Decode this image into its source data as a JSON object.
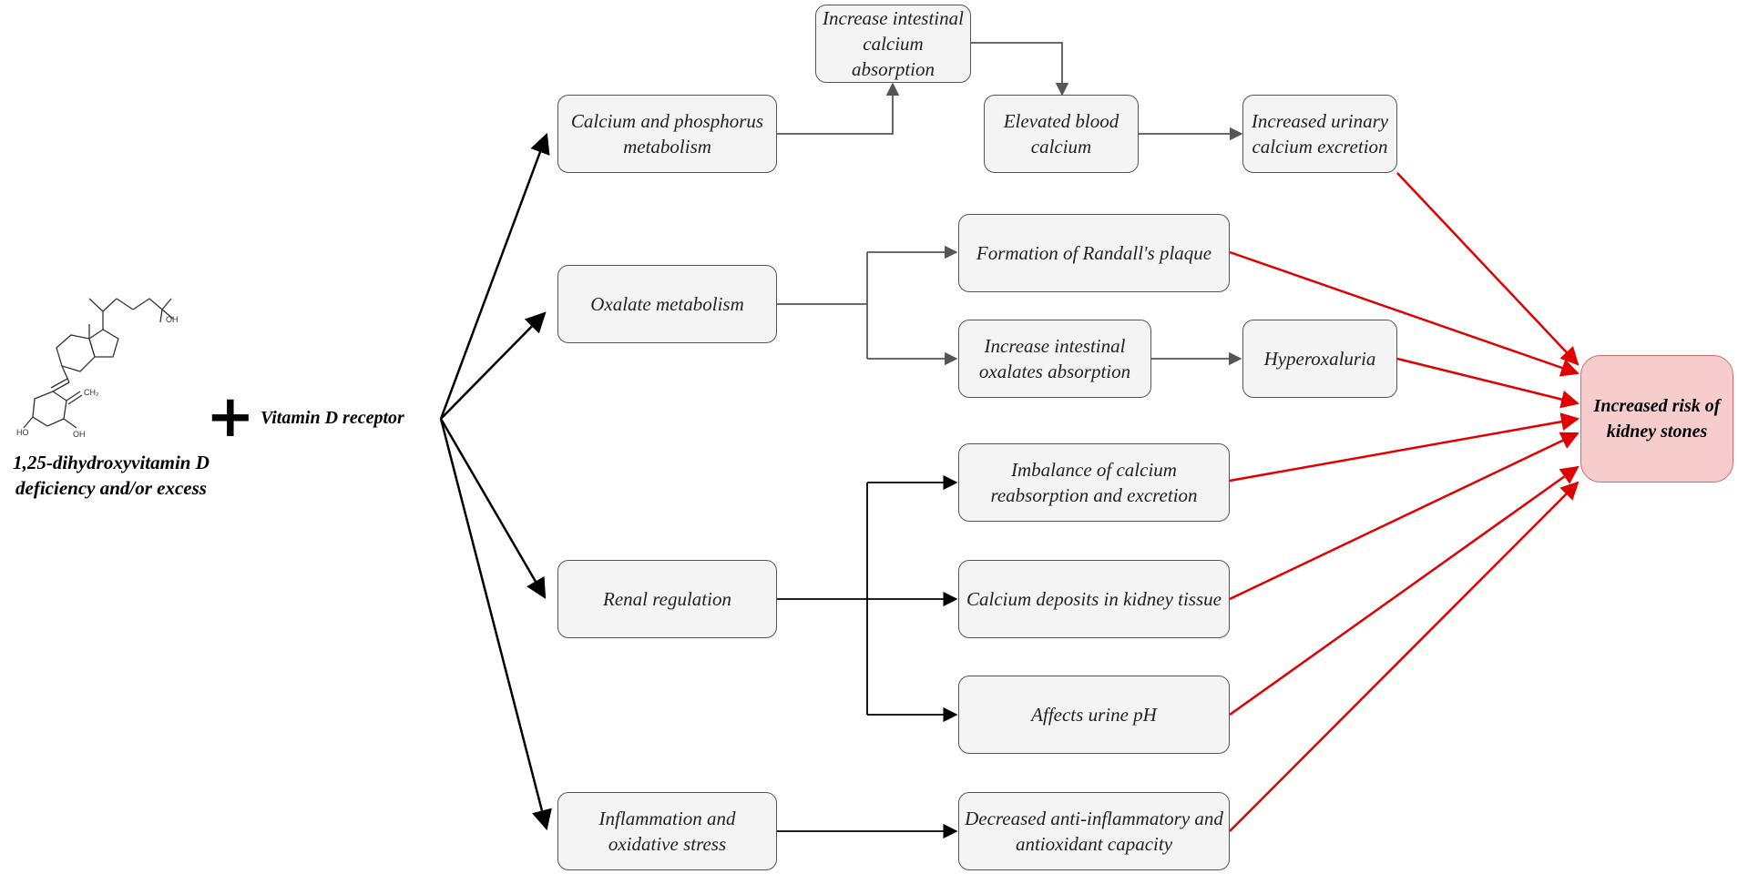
{
  "ligand": {
    "name": "1,25-dihydroxyvitamin D deficiency and/or excess",
    "structure_labels": {
      "oh_top": "OH",
      "ch2": "CH₂",
      "ho_left": "HO",
      "oh_bottom": "OH"
    }
  },
  "plus_symbol": "+",
  "receptor": "Vitamin D receptor",
  "pathways": {
    "calcium_phosphorus": "Calcium and phosphorus metabolism",
    "oxalate": "Oxalate metabolism",
    "renal": "Renal regulation",
    "inflammation": "Inflammation and oxidative stress"
  },
  "effects": {
    "intestinal_calcium": "Increase intestinal calcium absorption",
    "blood_calcium": "Elevated blood calcium",
    "urinary_calcium": "Increased urinary calcium excretion",
    "randall": "Formation of Randall's plaque",
    "intestinal_oxalate": "Increase intestinal oxalates absorption",
    "hyperoxaluria": "Hyperoxaluria",
    "imbalance": "Imbalance of calcium reabsorption and excretion",
    "deposits": "Calcium deposits in kidney tissue",
    "urine_ph": "Affects urine pH",
    "antiinflammatory": "Decreased anti-inflammatory and antioxidant capacity"
  },
  "outcome": "Increased risk of kidney stones",
  "colors": {
    "black_arrow": "#000000",
    "grey_arrow": "#555555",
    "red_arrow": "#e00000",
    "box_fill": "#f4f4f4",
    "outcome_fill": "#f7cccc"
  }
}
